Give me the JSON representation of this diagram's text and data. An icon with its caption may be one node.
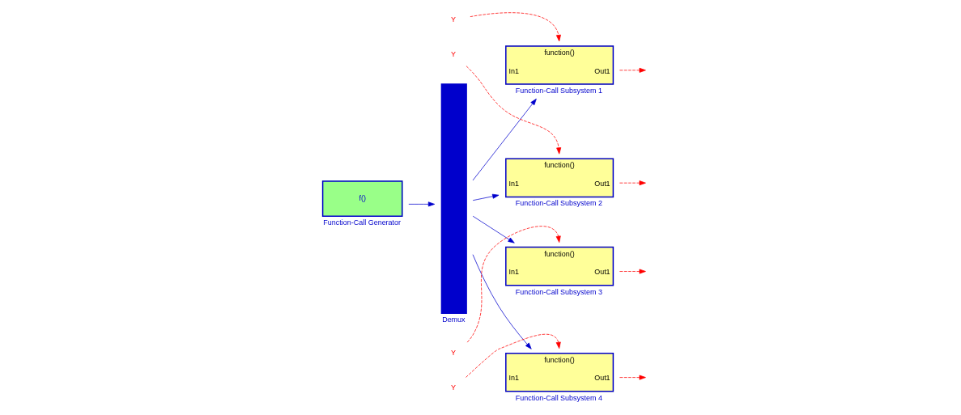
{
  "diagram": {
    "nodes": [
      {
        "text": [
          "f()"
        ],
        "beside": [
          "Function-Call Generator"
        ]
      },
      {
        "text": [],
        "shape": "bar",
        "beside": [
          "Demux"
        ]
      },
      {
        "text": [
          "function()",
          "In1",
          "Out1"
        ],
        "beside": [
          "Function-Call Subsystem 1"
        ]
      },
      {
        "text": [
          "function()",
          "In1",
          "Out1"
        ],
        "beside": [
          "Function-Call Subsystem 2"
        ]
      },
      {
        "text": [
          "function()",
          "In1",
          "Out1"
        ],
        "beside": [
          "Function-Call Subsystem 3"
        ]
      },
      {
        "text": [
          "function()",
          "In1",
          "Out1"
        ],
        "beside": [
          "Function-Call Subsystem 4"
        ]
      },
      {
        "text": [
          "Y"
        ]
      },
      {
        "text": [
          "Y"
        ]
      },
      {
        "text": [
          "Y"
        ]
      },
      {
        "text": [
          "Y"
        ]
      }
    ],
    "edges": [
      {
        "from": 0,
        "to": 1,
        "arrow": "to",
        "color": "#0000cc"
      },
      {
        "from": 1,
        "to": 2,
        "arrow": "to",
        "color": "#0000cc"
      },
      {
        "from": 1,
        "to": 3,
        "arrow": "to",
        "color": "#0000cc"
      },
      {
        "from": 1,
        "to": 4,
        "arrow": "to",
        "color": "#0000cc"
      },
      {
        "from": 1,
        "to": 5,
        "arrow": "to",
        "color": "#0000cc"
      },
      {
        "from": 6,
        "to": 2,
        "arrow": "to",
        "style": "dashed"
      },
      {
        "from": 7,
        "to": 3,
        "arrow": "to",
        "style": "dashed"
      },
      {
        "from": 8,
        "to": 4,
        "arrow": "to",
        "style": "dashed"
      },
      {
        "from": 9,
        "to": 5,
        "arrow": "to",
        "style": "dashed"
      },
      {
        "from": 2,
        "to": null,
        "arrow": "to",
        "style": "dashed"
      },
      {
        "from": 3,
        "to": null,
        "arrow": "to",
        "style": "dashed"
      },
      {
        "from": 4,
        "to": null,
        "arrow": "to",
        "style": "dashed"
      },
      {
        "from": 5,
        "to": null,
        "arrow": "to",
        "style": "dashed"
      }
    ]
  }
}
